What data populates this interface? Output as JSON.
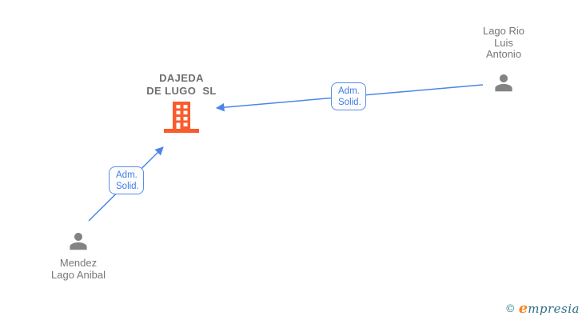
{
  "page": {
    "background": "#ffffff"
  },
  "company": {
    "name_line1": "DAJEDA",
    "name_line2": "DE LUGO  SL",
    "icon": "building-icon"
  },
  "persons": [
    {
      "name_line1": "Lago Rio",
      "name_line2": "Luis",
      "name_line3": "Antonio",
      "icon": "person-icon"
    },
    {
      "name_line1": "Mendez",
      "name_line2": "Lago Anibal",
      "icon": "person-icon"
    }
  ],
  "edges": [
    {
      "from": "Lago Rio Luis Antonio",
      "to": "DAJEDA DE LUGO SL",
      "label_line1": "Adm.",
      "label_line2": "Solid."
    },
    {
      "from": "Mendez Lago Anibal",
      "to": "DAJEDA DE LUGO SL",
      "label_line1": "Adm.",
      "label_line2": "Solid."
    }
  ],
  "watermark": {
    "copyright_symbol": "©",
    "brand_initial": "e",
    "brand_rest": "mpresia"
  },
  "colors": {
    "edge_blue": "#4A86E8",
    "edge_label_text_blue": "#3E7DE8",
    "edge_label_border_blue": "#5A8CEE",
    "building_orange": "#FA5B2C",
    "person_gray": "#838383",
    "person_name_gray": "#767676",
    "company_name_gray": "#6F6F6F",
    "watermark_copyright_teal": "#2E7D8F",
    "watermark_e_orange": "#F6861F",
    "watermark_text_teal": "#2C6E86"
  }
}
